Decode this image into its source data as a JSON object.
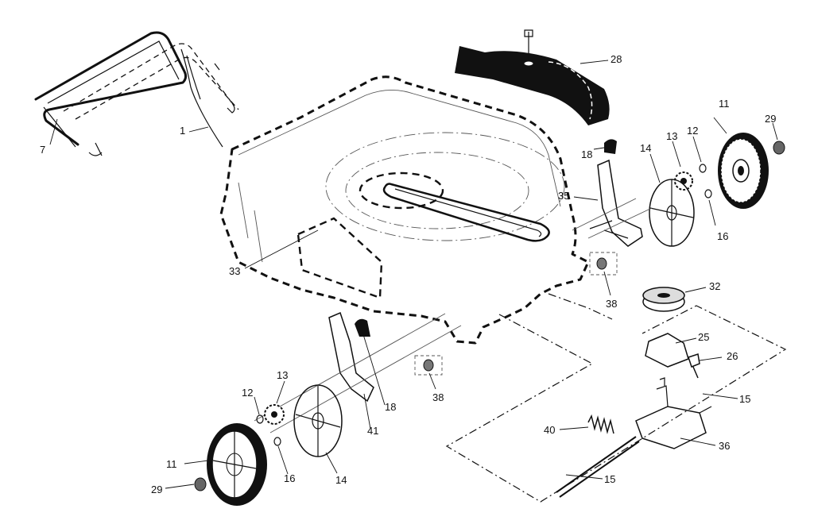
{
  "parts": {
    "p1": "1",
    "p7": "7",
    "p11a": "11",
    "p11b": "11",
    "p12a": "12",
    "p12b": "12",
    "p13a": "13",
    "p13b": "13",
    "p14a": "14",
    "p14b": "14",
    "p15a": "15",
    "p15b": "15",
    "p16a": "16",
    "p16b": "16",
    "p18a": "18",
    "p18b": "18",
    "p25": "25",
    "p26": "26",
    "p28": "28",
    "p29a": "29",
    "p29b": "29",
    "p32": "32",
    "p33": "33",
    "p35": "35",
    "p36": "36",
    "p38a": "38",
    "p38b": "38",
    "p40": "40",
    "p41": "41"
  }
}
